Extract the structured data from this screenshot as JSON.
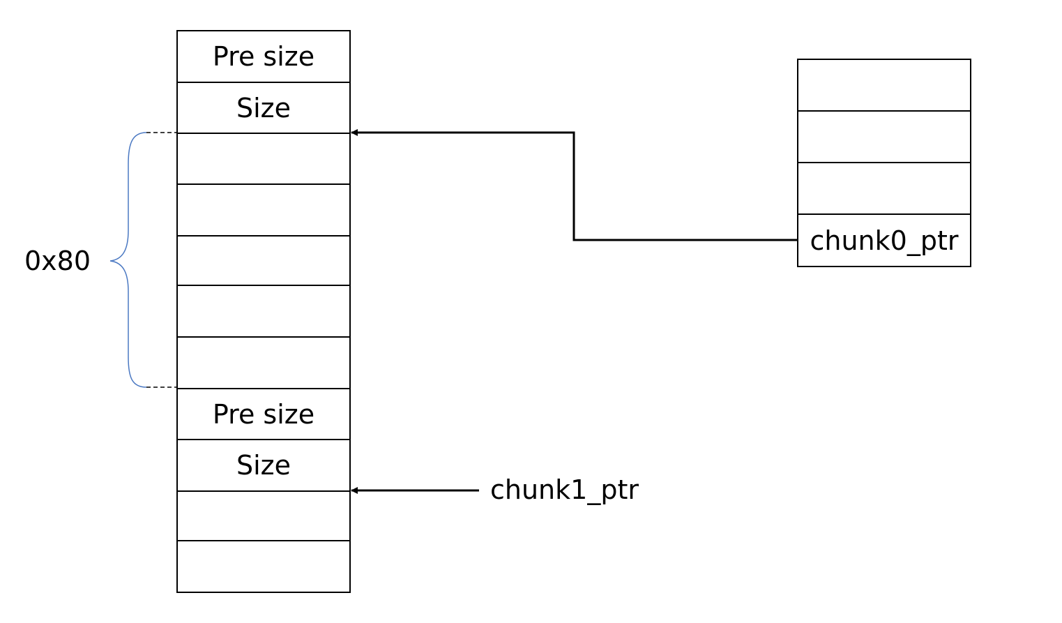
{
  "heap": {
    "cells": [
      "Pre size",
      "Size",
      "",
      "",
      "",
      "",
      "",
      "Pre size",
      "Size",
      "",
      ""
    ]
  },
  "pointer_table": {
    "cells": [
      "",
      "",
      "",
      "chunk0_ptr"
    ]
  },
  "brace_label": "0x80",
  "chunk1_label": "chunk1_ptr"
}
